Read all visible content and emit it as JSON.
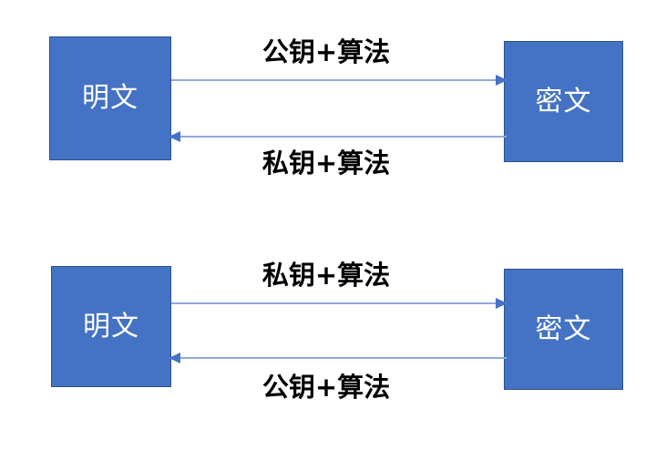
{
  "diagram": {
    "title": "",
    "colors": {
      "box_fill": "#4472C4",
      "box_border": "#2F528F",
      "box_text": "#FFFFFF",
      "arrow_line": "#8FAADC",
      "arrow_head": "#4472C4",
      "label_text": "#000000",
      "background": "#FFFFFF"
    },
    "sections": [
      {
        "name": "asymmetric-encryption",
        "nodes": {
          "source_label": "明文",
          "target_label": "密文"
        },
        "edges": {
          "forward_label": "公钥+算法",
          "forward_direction": "right",
          "backward_label": "私钥+算法",
          "backward_direction": "left"
        }
      },
      {
        "name": "digital-signature",
        "nodes": {
          "source_label": "明文",
          "target_label": "密文"
        },
        "edges": {
          "forward_label": "私钥+算法",
          "forward_direction": "right",
          "backward_label": "公钥+算法",
          "backward_direction": "left"
        }
      }
    ]
  }
}
